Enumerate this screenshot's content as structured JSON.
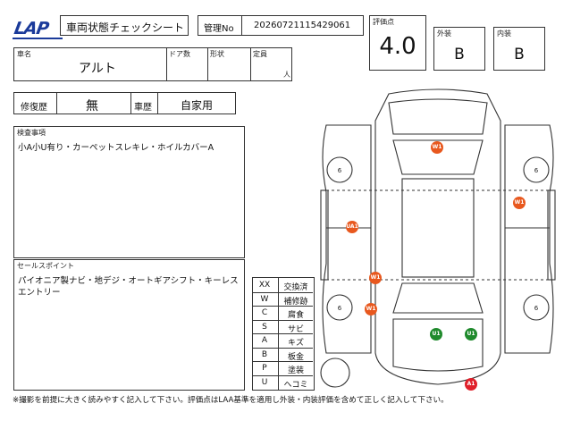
{
  "header": {
    "logo": "LAP",
    "title": "車両状態チェックシート",
    "management_label": "管理No",
    "management_no": "20260721115429061"
  },
  "score": {
    "score_label": "評価点",
    "score_value": "4.0",
    "exterior_label": "外装",
    "exterior_value": "B",
    "interior_label": "内装",
    "interior_value": "B"
  },
  "vehicle": {
    "name_label": "車名",
    "name_value": "アルト",
    "doors_label": "ドア数",
    "shape_label": "形状",
    "capacity_label": "定員",
    "capacity_unit": "人"
  },
  "history": {
    "repair_label": "修復歴",
    "repair_value": "無",
    "usage_label": "車歴",
    "usage_value": "自家用"
  },
  "inspection": {
    "label": "検査事項",
    "text": "小A小U有り・カーペットスレキレ・ホイルカバーA"
  },
  "sales_points": {
    "label": "セールスポイント",
    "text": "パイオニア製ナビ・地デジ・オートギアシフト・キーレスエントリー"
  },
  "legend": [
    {
      "code": "XX",
      "desc": "交換済"
    },
    {
      "code": "W",
      "desc": "補修跡"
    },
    {
      "code": "C",
      "desc": "腐食"
    },
    {
      "code": "S",
      "desc": "サビ"
    },
    {
      "code": "A",
      "desc": "キズ"
    },
    {
      "code": "B",
      "desc": "板金"
    },
    {
      "code": "P",
      "desc": "塗装"
    },
    {
      "code": "U",
      "desc": "ヘコミ"
    }
  ],
  "diagram": {
    "tire_labels": [
      "6",
      "6",
      "6",
      "6"
    ],
    "markers": [
      {
        "label": "W1",
        "color": "#e8581e"
      },
      {
        "label": "W1",
        "color": "#e8581e"
      },
      {
        "label": "UA1",
        "color": "#e8581e"
      },
      {
        "label": "W1",
        "color": "#e8581e"
      },
      {
        "label": "W1",
        "color": "#e8581e"
      },
      {
        "label": "U1",
        "color": "#1f8a2c"
      },
      {
        "label": "U1",
        "color": "#1f8a2c"
      },
      {
        "label": "A1",
        "color": "#e0202a"
      }
    ]
  },
  "footer": {
    "note": "※撮影を前提に大きく読みやすく記入して下さい。評価点はLAA基準を適用し外装・内装評価を含めて正しく記入して下さい。"
  }
}
